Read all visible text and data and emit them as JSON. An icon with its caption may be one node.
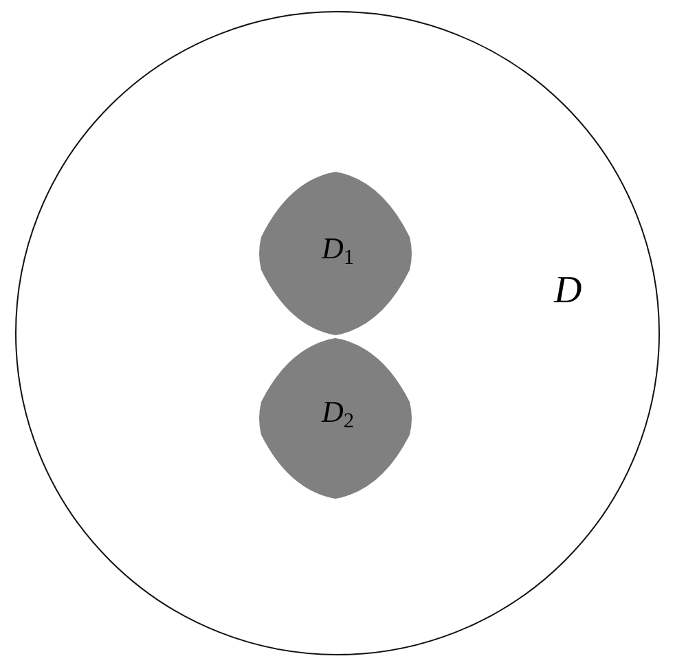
{
  "diagram": {
    "nodes": [
      {
        "text": [
          "D"
        ]
      },
      {
        "text": [
          "*D*$_{1}$"
        ],
        "in": 0
      },
      {
        "text": [
          "*D*$_{2}$"
        ],
        "in": 0
      }
    ]
  }
}
